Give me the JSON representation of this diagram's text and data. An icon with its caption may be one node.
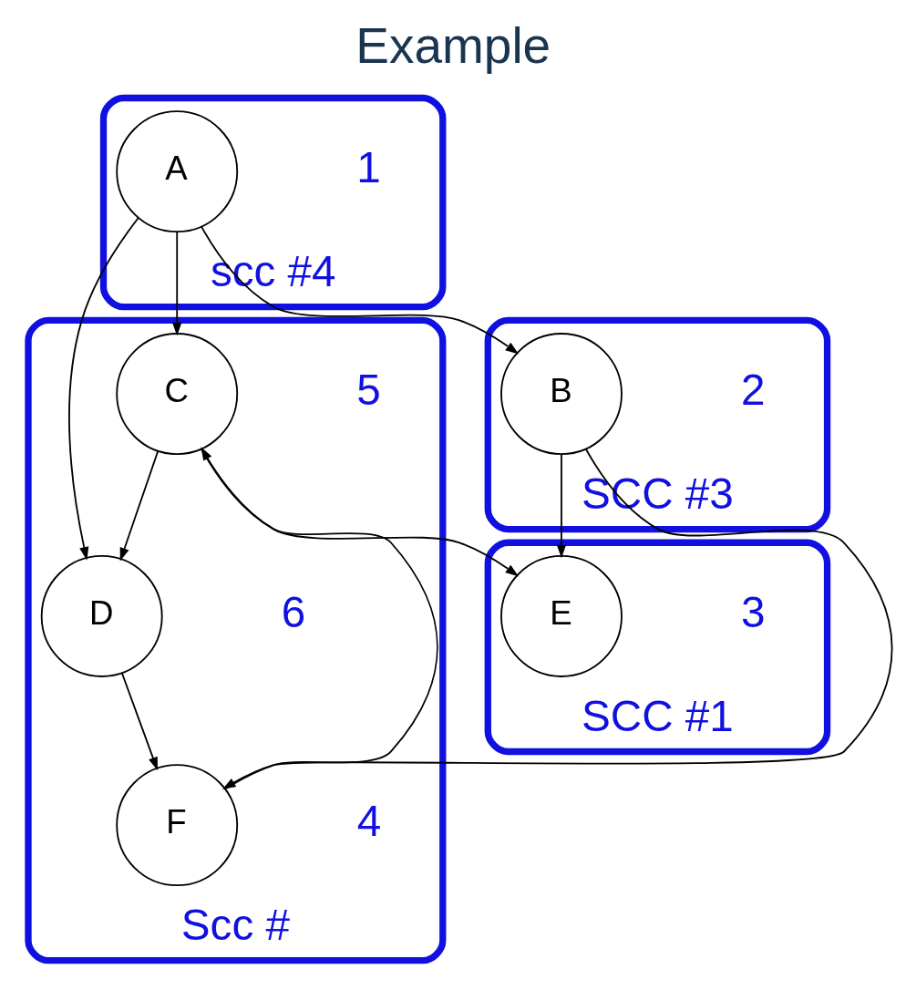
{
  "diagram": {
    "title": "Example",
    "nodes": [
      {
        "text": [
          "scc #4"
        ]
      },
      {
        "text": [
          "A"
        ],
        "in": 0,
        "beside": [
          "1"
        ]
      },
      {
        "text": [
          "SCC #3"
        ]
      },
      {
        "text": [
          "B"
        ],
        "in": 2,
        "beside": [
          "2"
        ]
      },
      {
        "text": [
          "Scc #"
        ]
      },
      {
        "text": [
          "C"
        ],
        "in": 4,
        "beside": [
          "5"
        ]
      },
      {
        "text": [
          "D"
        ],
        "in": 4,
        "beside": [
          "6"
        ]
      },
      {
        "text": [
          "SCC #1"
        ]
      },
      {
        "text": [
          "E"
        ],
        "in": 7,
        "beside": [
          "3"
        ]
      },
      {
        "text": [
          "F"
        ],
        "in": 4,
        "beside": [
          "4"
        ]
      }
    ],
    "edges": [
      {
        "from": 1,
        "to": 3,
        "arrow": "to"
      },
      {
        "from": 1,
        "to": 5,
        "arrow": "to"
      },
      {
        "from": 1,
        "to": 6,
        "arrow": "to"
      },
      {
        "from": 5,
        "to": 6,
        "arrow": "to"
      },
      {
        "from": 3,
        "to": 8,
        "arrow": "to"
      },
      {
        "from": 3,
        "to": 9,
        "arrow": "to"
      },
      {
        "from": 5,
        "to": 8,
        "arrow": "to"
      },
      {
        "from": 9,
        "to": 5,
        "arrow": "to"
      },
      {
        "from": 6,
        "to": 9,
        "arrow": "to"
      }
    ]
  }
}
